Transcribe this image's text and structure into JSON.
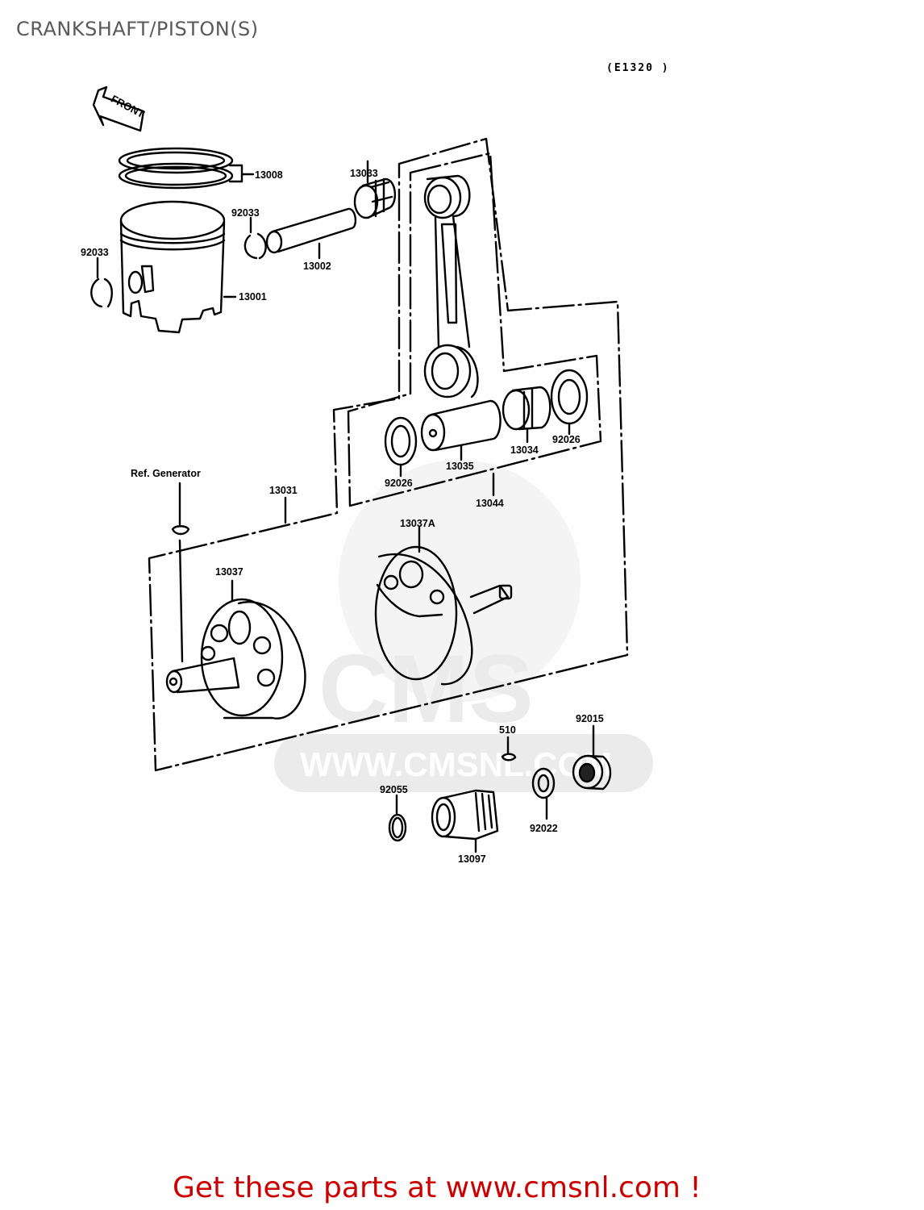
{
  "page": {
    "title": "CRANKSHAFT/PISTON(S)",
    "diagram_code": "(E1320 )",
    "footer": "Get these parts at www.cmsnl.com !",
    "front_marker": "FRONT",
    "colors": {
      "title": "#5a5a5a",
      "footer": "#cc0000",
      "line": "#000000",
      "watermark": "#ebebeb"
    }
  },
  "watermark": {
    "logo_text": "CMS",
    "url_text": "WWW.CMSNL.COM"
  },
  "parts": [
    {
      "id": "13008",
      "label": "13008",
      "name": "piston-ring-set"
    },
    {
      "id": "13033",
      "label": "13033",
      "name": "small-end-needle-bearing"
    },
    {
      "id": "92033a",
      "label": "92033",
      "name": "piston-pin-clip-right"
    },
    {
      "id": "92033b",
      "label": "92033",
      "name": "piston-pin-clip-left"
    },
    {
      "id": "13002",
      "label": "13002",
      "name": "piston-pin"
    },
    {
      "id": "13001",
      "label": "13001",
      "name": "piston"
    },
    {
      "id": "13031",
      "label": "13031",
      "name": "crankshaft-assembly"
    },
    {
      "id": "ref-generator",
      "label": "Ref. Generator",
      "name": "generator-key-reference"
    },
    {
      "id": "13044",
      "label": "13044",
      "name": "connecting-rod-kit"
    },
    {
      "id": "92026a",
      "label": "92026",
      "name": "thrust-washer-left"
    },
    {
      "id": "13035",
      "label": "13035",
      "name": "crankpin"
    },
    {
      "id": "13034",
      "label": "13034",
      "name": "big-end-needle-bearing"
    },
    {
      "id": "92026b",
      "label": "92026",
      "name": "thrust-washer-right"
    },
    {
      "id": "13037A",
      "label": "13037A",
      "name": "crankshaft-half-right"
    },
    {
      "id": "13037",
      "label": "13037",
      "name": "crankshaft-half-left"
    },
    {
      "id": "510",
      "label": "510",
      "name": "woodruff-key"
    },
    {
      "id": "92015",
      "label": "92015",
      "name": "nut"
    },
    {
      "id": "92055",
      "label": "92055",
      "name": "o-ring"
    },
    {
      "id": "92022",
      "label": "92022",
      "name": "washer"
    },
    {
      "id": "13097",
      "label": "13097",
      "name": "primary-gear"
    }
  ]
}
